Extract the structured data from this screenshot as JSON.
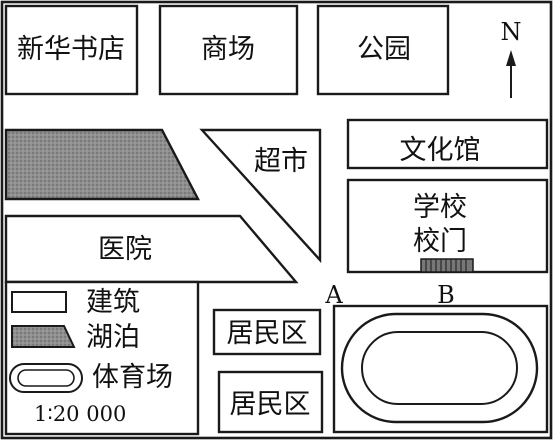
{
  "map": {
    "buildings": {
      "bookstore": "新华书店",
      "mall": "商场",
      "park": "公园",
      "supermarket": "超市",
      "culture_center": "文化馆",
      "school": "学校",
      "school_gate": "校门",
      "hospital": "医院",
      "residential_1": "居民区",
      "residential_2": "居民区"
    },
    "points": {
      "a": "A",
      "b": "B"
    },
    "compass": {
      "label": "N"
    },
    "legend": {
      "building": "建筑",
      "lake": "湖泊",
      "stadium": "体育场",
      "scale": "1∶20 000"
    },
    "colors": {
      "ink": "#1a1a1a",
      "lake_fill": "#8f8f8f",
      "gate_fill": "#777777"
    }
  }
}
